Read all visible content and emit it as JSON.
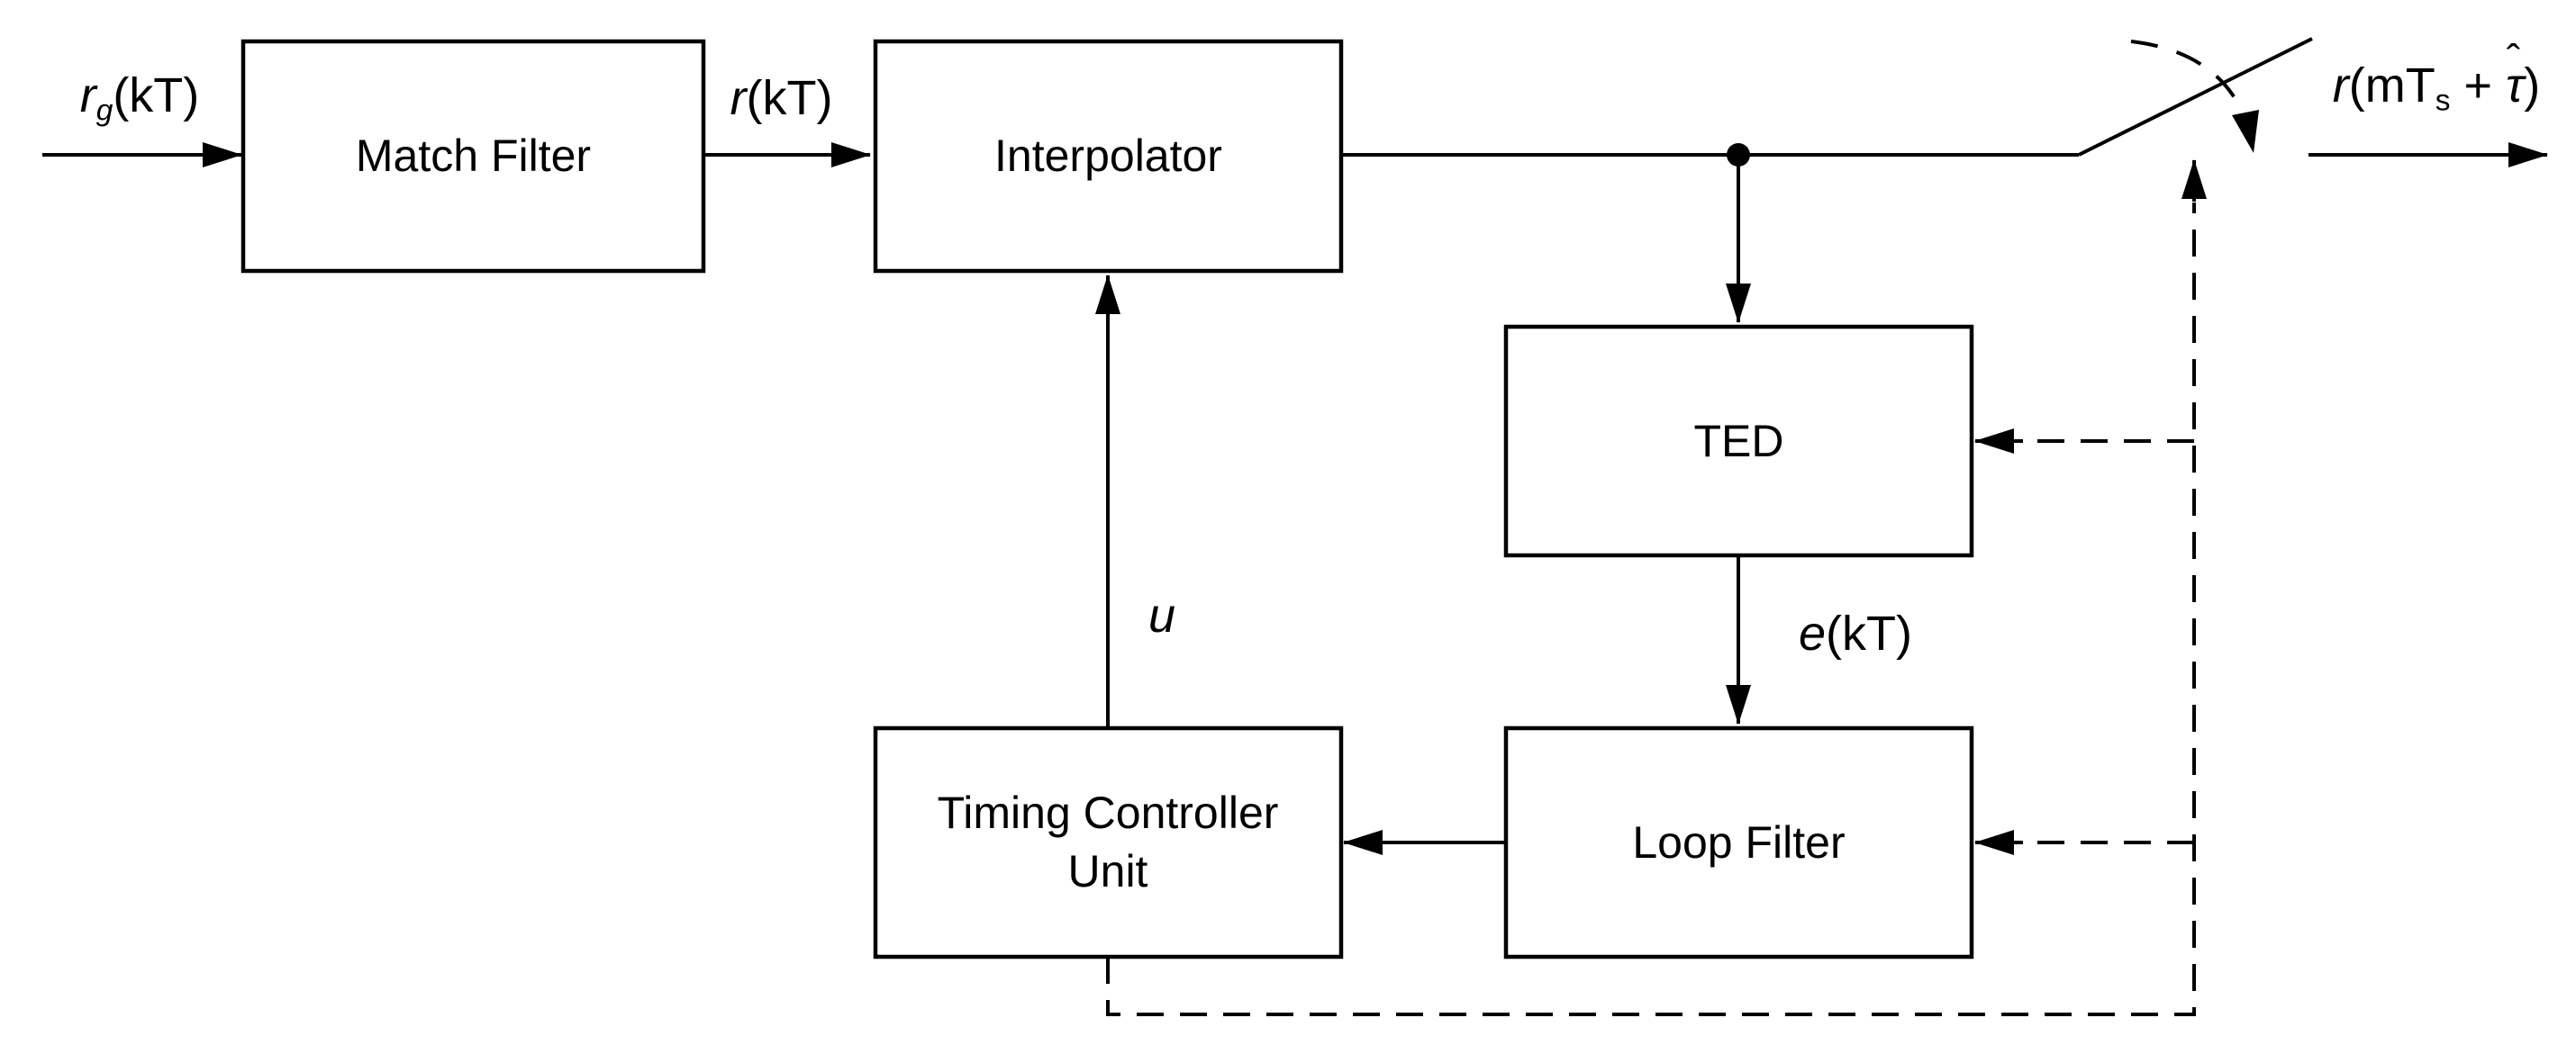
{
  "colors": {
    "line": "#000000",
    "background": "#ffffff"
  },
  "blocks": [
    {
      "id": "match-filter",
      "label": "Match Filter"
    },
    {
      "id": "interpolator",
      "label": "Interpolator"
    },
    {
      "id": "ted",
      "label": "TED"
    },
    {
      "id": "loop-filter",
      "label": "Loop Filter"
    },
    {
      "id": "timing-controller-unit",
      "label": "Timing Controller Unit"
    }
  ],
  "signals": {
    "input": {
      "var": "r",
      "sub": "g",
      "args": "(kT)"
    },
    "matched": {
      "var": "r",
      "args": "(kT)"
    },
    "error": {
      "var": "e",
      "args": "(kT)"
    },
    "control": {
      "var": "u"
    },
    "output": {
      "var": "r",
      "pre": "(mT",
      "sub": "s",
      "mid": " + ",
      "tau": "τ",
      "hat": "ˆ",
      "post": ")"
    }
  }
}
